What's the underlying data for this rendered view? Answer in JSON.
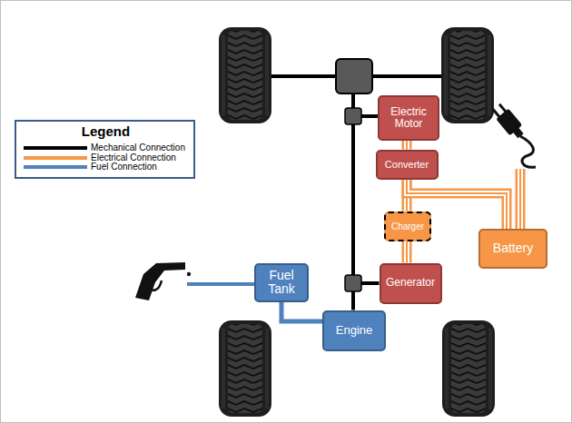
{
  "diagram": {
    "nodes": [
      {
        "text": [
          "Electric Motor"
        ]
      },
      {
        "text": [
          "Converter"
        ]
      },
      {
        "text": [
          "Charger"
        ]
      },
      {
        "text": [
          "Battery"
        ]
      },
      {
        "text": [
          "Fuel Tank"
        ]
      },
      {
        "text": [
          "Generator"
        ]
      },
      {
        "text": [
          "Engine"
        ]
      }
    ],
    "edges": [
      {
        "from": 0,
        "to": 1,
        "arrow": "none"
      },
      {
        "from": 1,
        "to": 2,
        "arrow": "none"
      },
      {
        "from": 1,
        "to": 3,
        "arrow": "none"
      },
      {
        "from": 2,
        "to": 5,
        "arrow": "none"
      },
      {
        "from": 4,
        "to": 6,
        "arrow": "none"
      },
      {
        "from": 6,
        "to": 5,
        "arrow": "none"
      }
    ],
    "labels": [
      "Legend"
    ],
    "legend": [
      {
        "text": "Mechanical Connection",
        "color": "#000000"
      },
      {
        "text": "Electrical Connection",
        "color": "#f79646"
      },
      {
        "text": "Fuel Connection",
        "color": "#4f81bd"
      }
    ]
  }
}
